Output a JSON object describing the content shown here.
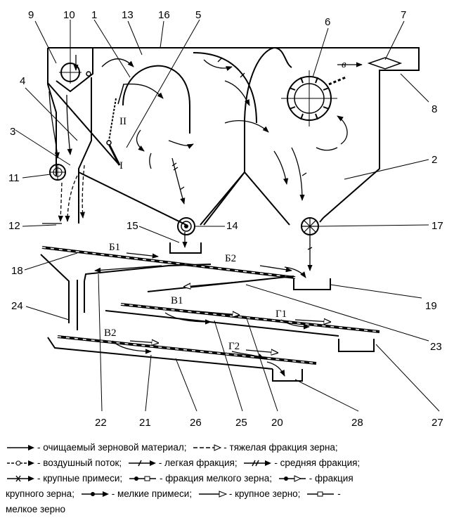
{
  "callouts": [
    "1",
    "2",
    "3",
    "4",
    "5",
    "6",
    "7",
    "8",
    "9",
    "10",
    "11",
    "12",
    "13",
    "14",
    "15",
    "16",
    "17",
    "18",
    "19",
    "20",
    "21",
    "22",
    "23",
    "24",
    "25",
    "26",
    "27",
    "28"
  ],
  "zones": [
    "I",
    "II"
  ],
  "screen_labels": [
    "Б1",
    "Б2",
    "В1",
    "Г1",
    "В2",
    "Г2"
  ],
  "air_mark": "в",
  "legend": {
    "row1_a": "- очищаемый зерновой материал;",
    "row1_b": "- тяжелая фракция зерна;",
    "row2_a": "- воздушный поток;",
    "row2_b": "- легкая фракция;",
    "row2_c": "- средняя фракция;",
    "row3_a": "- крупные примеси;",
    "row3_b": "- фракция мелкого зерна;",
    "row3_c": "- фракция",
    "row4_a": "крупного зерна;",
    "row4_b": "- мелкие примеси;",
    "row4_c": "- крупное зерно;",
    "row5_a": "мелкое зерно"
  }
}
